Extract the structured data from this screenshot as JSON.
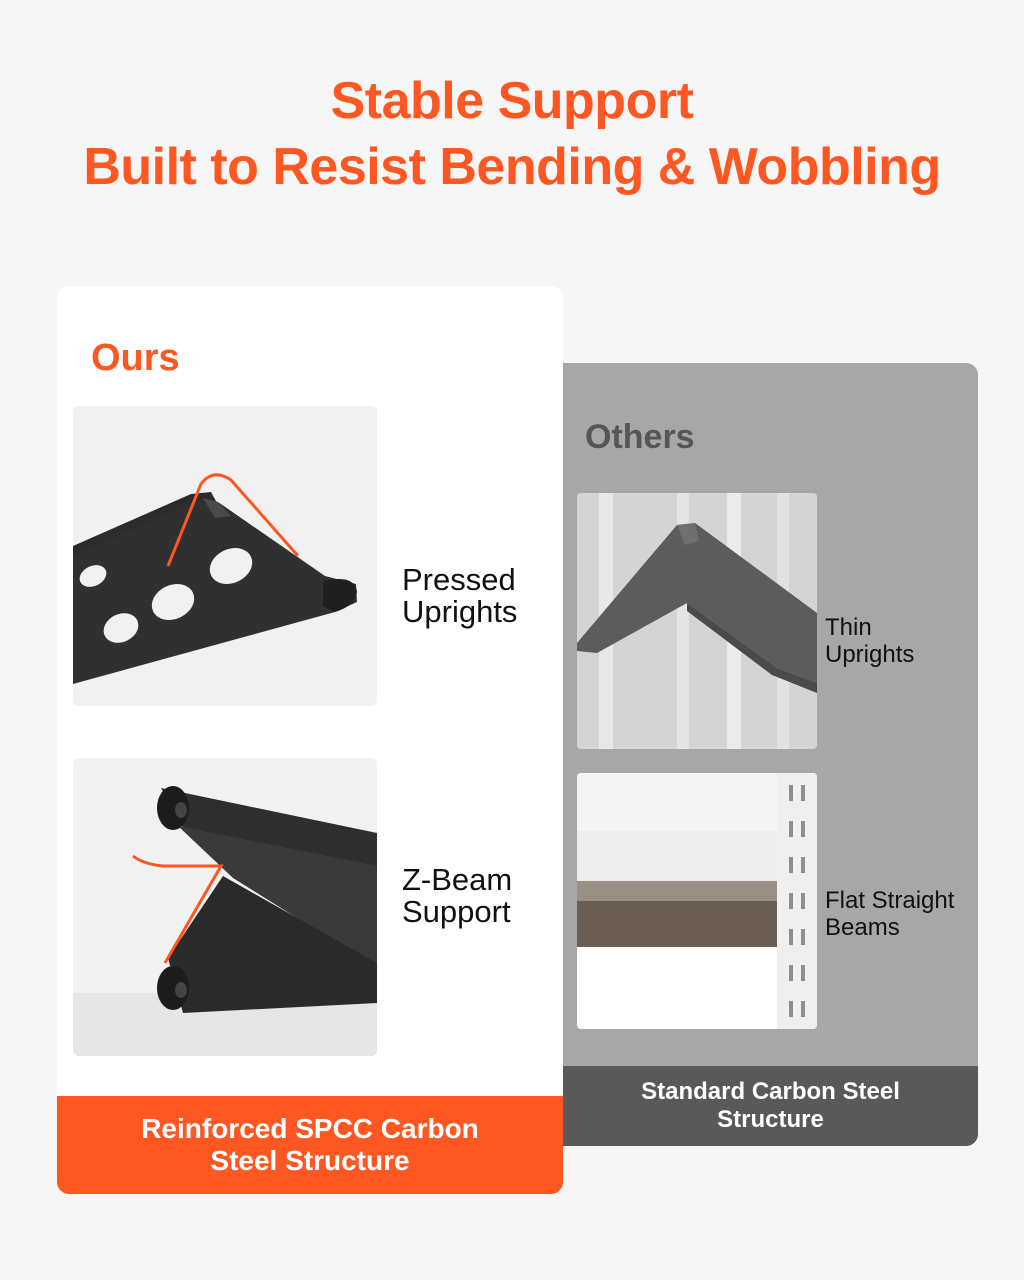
{
  "headline": {
    "line1": "Stable Support",
    "line2": "Built to Resist Bending & Wobbling"
  },
  "ours": {
    "title": "Ours",
    "features": [
      {
        "line1": "Pressed",
        "line2": "Uprights"
      },
      {
        "line1": "Z-Beam",
        "line2": "Support"
      }
    ],
    "footer": {
      "line1": "Reinforced SPCC Carbon",
      "line2": "Steel Structure"
    }
  },
  "others": {
    "title": "Others",
    "features": [
      {
        "line1": "Thin",
        "line2": "Uprights"
      },
      {
        "line1": "Flat Straight",
        "line2": "Beams"
      }
    ],
    "footer": {
      "line1": "Standard Carbon Steel",
      "line2": "Structure"
    }
  },
  "colors": {
    "accent": "#ff5722",
    "others_panel": "#a7a7a7",
    "others_footer": "#595959",
    "background": "#f6f6f6"
  }
}
